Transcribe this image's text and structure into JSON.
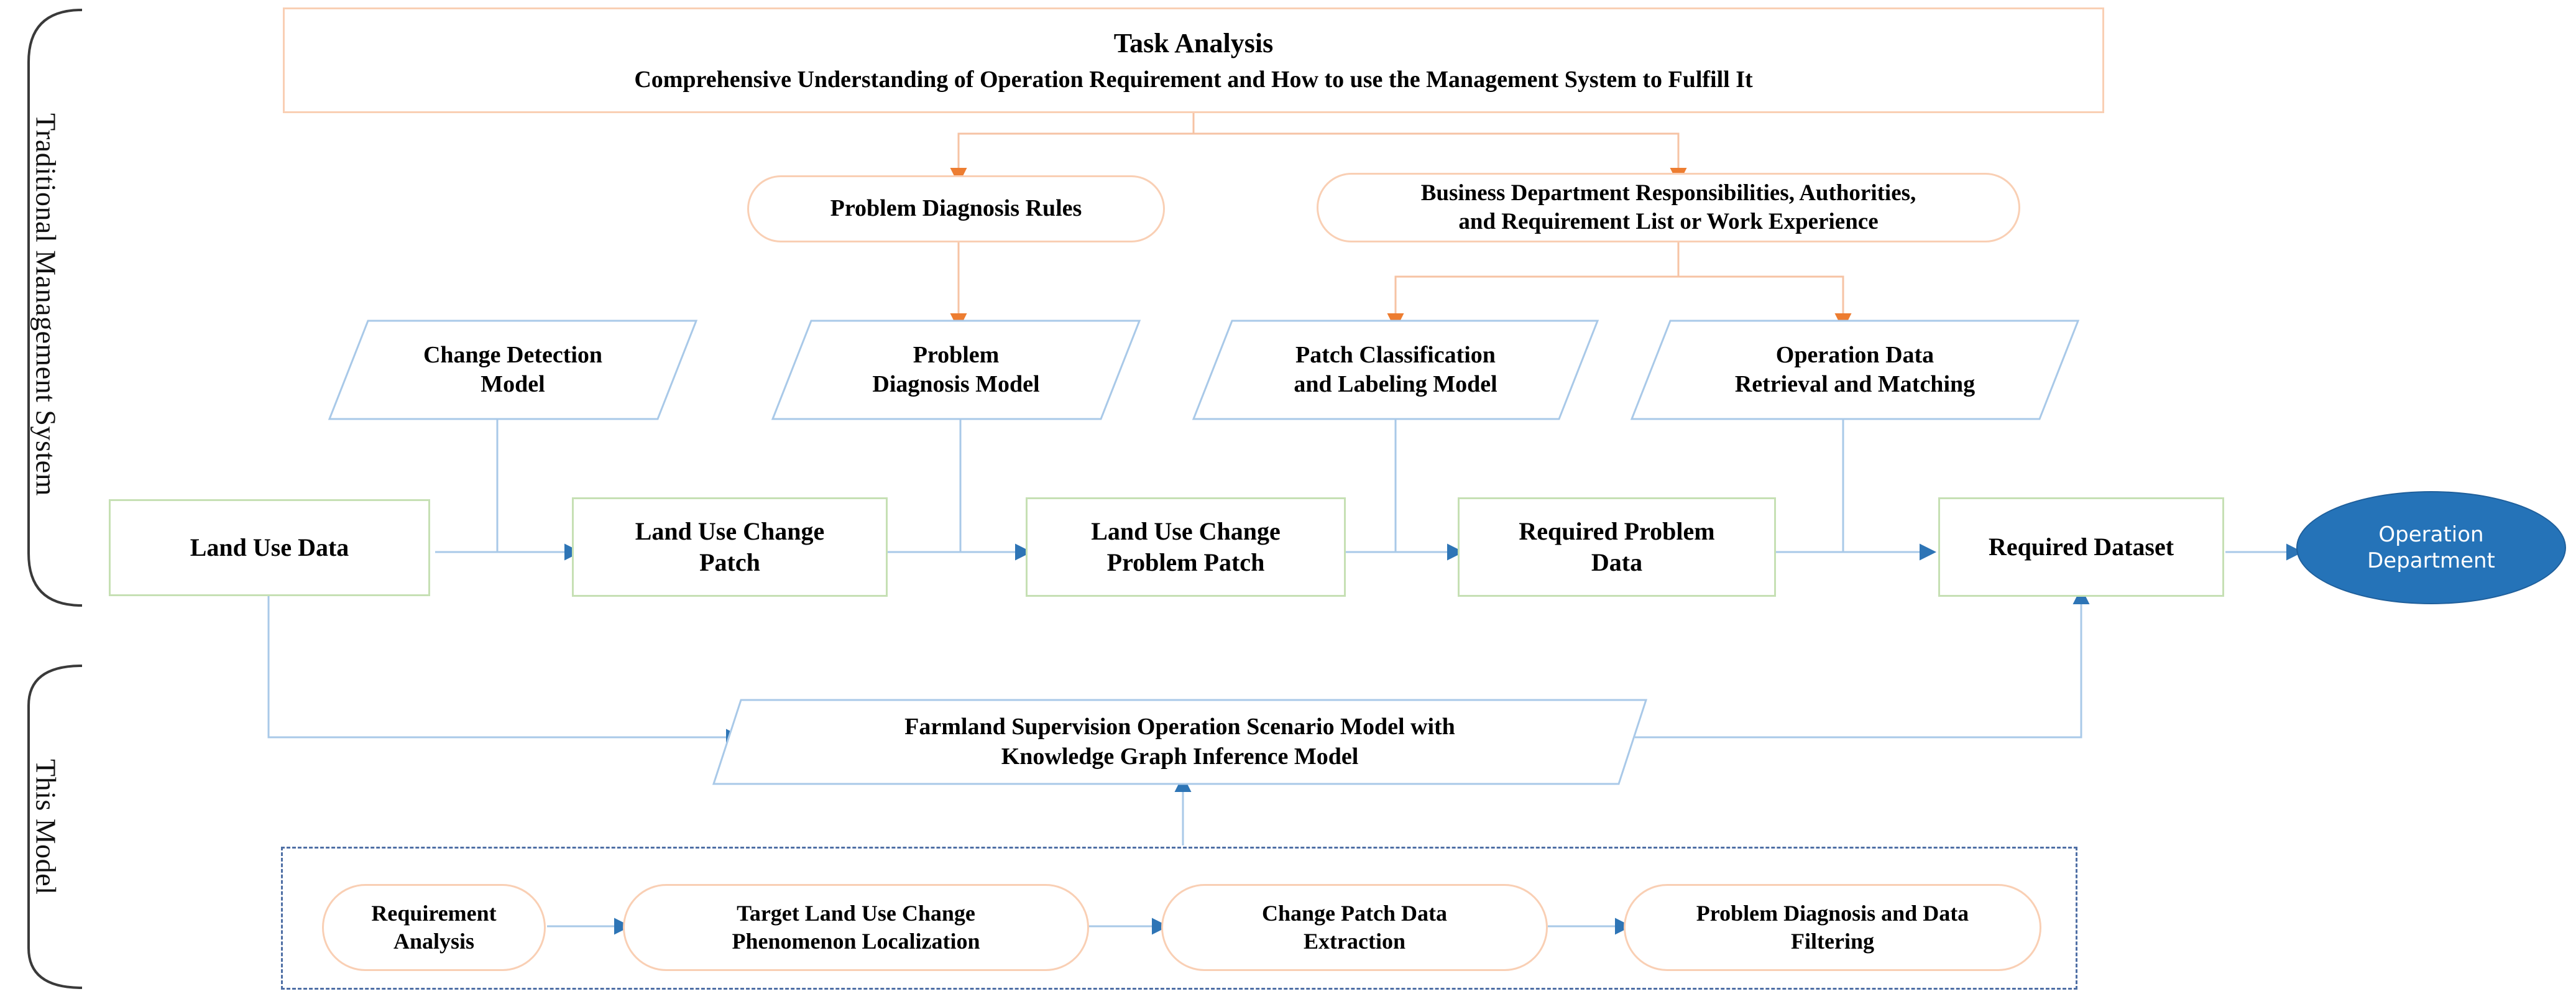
{
  "brackets": [
    {
      "label": "Traditional Management System"
    },
    {
      "label": "This Model"
    }
  ],
  "colors": {
    "orange_border": "#f9cfb4",
    "green_border": "#c6e0b4",
    "blue_line": "#9dc3e6",
    "blue_fill": "#2573b8",
    "dashed_border": "#4f6fa5"
  },
  "task_analysis": {
    "title": "Task Analysis",
    "subtitle": "Comprehensive Understanding of Operation Requirement and How to use the Management System to Fulfill It"
  },
  "knowledge_nodes": [
    {
      "label": "Problem Diagnosis Rules"
    },
    {
      "label": "Business Department Responsibilities, Authorities,\nand Requirement List or Work Experience"
    }
  ],
  "model_nodes": [
    {
      "label": "Change Detection\nModel"
    },
    {
      "label": "Problem\nDiagnosis Model"
    },
    {
      "label": "Patch Classification\nand Labeling Model"
    },
    {
      "label": "Operation Data\nRetrieval and Matching"
    }
  ],
  "flow_nodes": [
    {
      "label": "Land Use Data"
    },
    {
      "label": "Land Use Change\nPatch"
    },
    {
      "label": "Land Use Change\nProblem Patch"
    },
    {
      "label": "Required Problem\nData"
    },
    {
      "label": "Required Dataset"
    }
  ],
  "endpoint": {
    "label": "Operation\nDepartment"
  },
  "this_model": {
    "scenario_model": "Farmland Supervision Operation Scenario Model with\nKnowledge Graph Inference Model",
    "steps": [
      {
        "label": "Requirement\nAnalysis"
      },
      {
        "label": "Target Land Use Change\nPhenomenon Localization"
      },
      {
        "label": "Change Patch Data\nExtraction"
      },
      {
        "label": "Problem Diagnosis and Data\nFiltering"
      }
    ]
  }
}
